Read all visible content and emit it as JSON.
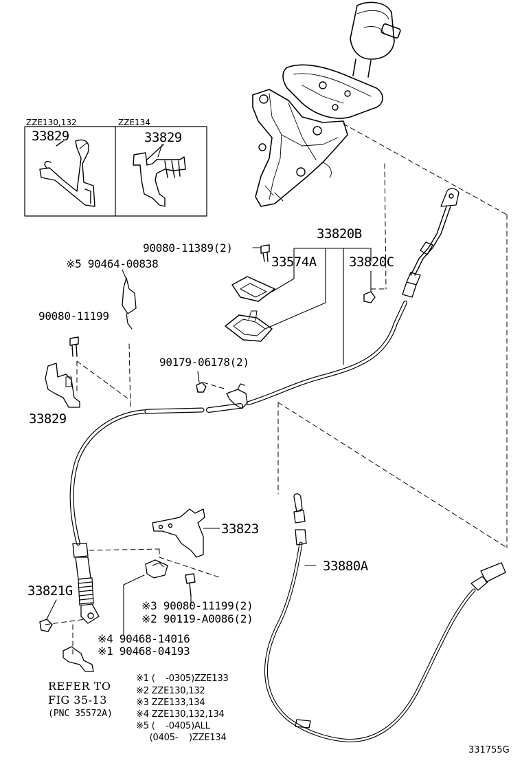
{
  "insets": {
    "left": {
      "model": "ZZE130,132",
      "part": "33829"
    },
    "right": {
      "model": "ZZE134",
      "part": "33829"
    }
  },
  "parts": {
    "p_33820B": "33820B",
    "p_90080_11389": "90080-11389(2)",
    "p_33574A": "33574A",
    "p_33820C": "33820C",
    "p_90464_00838": "※5 90464-00838",
    "p_90080_11199": "90080-11199",
    "p_90179_06178": "90179-06178(2)",
    "p_33829": "33829",
    "p_33823": "33823",
    "p_33880A": "33880A",
    "p_33821G": "33821G",
    "p_s3_90080_11199": "※3 90080-11199(2)",
    "p_s2_90119_A0086": "※2 90119-A0086(2)",
    "p_s4_90468_14016": "※4 90468-14016",
    "p_s1_90468_04193": "※1 90468-04193"
  },
  "reference": {
    "line1": "REFER TO",
    "line2": "FIG 35-13",
    "line3": "(PNC 35572A)"
  },
  "notes": [
    "※1 (    -0305)ZZE133",
    "※2 ZZE130,132",
    "※3 ZZE133,134",
    "※4 ZZE130,132,134",
    "※5 (    -0405)ALL",
    "     (0405-    )ZZE134"
  ],
  "diagram_code": "331755G"
}
